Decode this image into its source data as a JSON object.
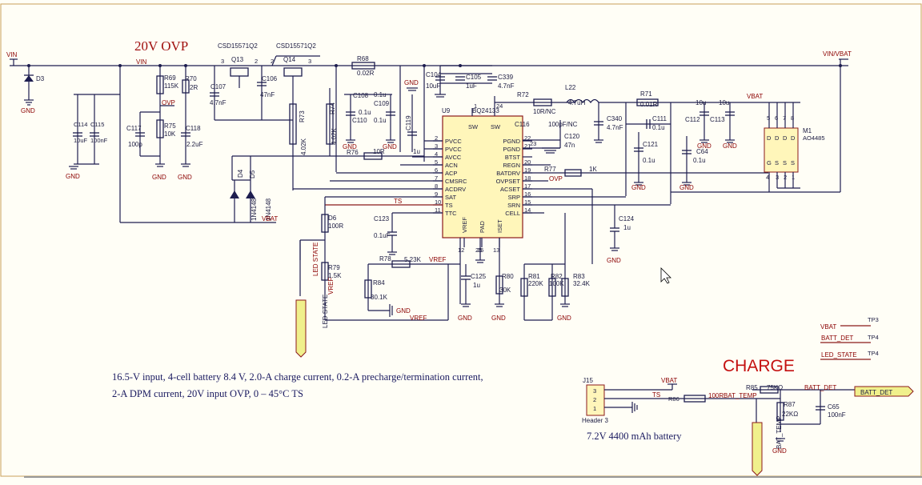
{
  "titles": {
    "ovp": "20V OVP",
    "charge": "CHARGE"
  },
  "description": {
    "line1": "16.5-V input, 4-cell battery 8.4 V, 2.0-A charge current, 0.2-A precharge/termination current,",
    "line2": "2-A DPM current, 20V input  OVP, 0 – 45°C TS",
    "battery": "7.2V 4400 mAh battery"
  },
  "nets": {
    "vin_left": "VIN",
    "vin_mid": "VIN",
    "vin_vbat": "VIN/VBAT",
    "ovp": "OVP",
    "vbat": "VBAT",
    "vbat2": "VBAT",
    "ts": "TS",
    "vref": "VREF",
    "vref2": "VREF",
    "vref3": "VREF",
    "ovp2": "OVP",
    "ts2": "TS",
    "bat_temp": "BAT_TEMP",
    "batt_det": "BATT_DET",
    "vbat_j": "VBAT"
  },
  "ports": {
    "led_state": "LED STATE",
    "batt_det": "BATT_DET",
    "bat_temp": "BAT_TEMP",
    "vbat_tp": "VBAT",
    "batt_det_tp": "BATT_DET",
    "led_state_tp": "LED_STATE"
  },
  "testpoints": {
    "tp3": "TP3",
    "tp4": "TP4",
    "tp4b": "TP4"
  },
  "ic": {
    "ref": "U9",
    "part": "BQ24133",
    "left_pins": [
      {
        "n": "2",
        "name": "PVCC"
      },
      {
        "n": "3",
        "name": "PVCC"
      },
      {
        "n": "4",
        "name": "AVCC"
      },
      {
        "n": "5",
        "name": "ACN"
      },
      {
        "n": "6",
        "name": "ACP"
      },
      {
        "n": "7",
        "name": "CMSRC"
      },
      {
        "n": "8",
        "name": "ACDRV"
      },
      {
        "n": "9",
        "name": "SAT"
      },
      {
        "n": "10",
        "name": "TS"
      },
      {
        "n": "11",
        "name": "TTC"
      }
    ],
    "right_pins": [
      {
        "n": "22",
        "name": "PGND"
      },
      {
        "n": "21",
        "name": "PGND"
      },
      {
        "n": "",
        "name": "BTST"
      },
      {
        "n": "20",
        "name": "REGN"
      },
      {
        "n": "19",
        "name": "BATDRV"
      },
      {
        "n": "18",
        "name": "OVPSET"
      },
      {
        "n": "17",
        "name": "ACSET"
      },
      {
        "n": "16",
        "name": "SRP"
      },
      {
        "n": "15",
        "name": "SRN"
      },
      {
        "n": "14",
        "name": "CELL"
      }
    ],
    "top_pins": [
      {
        "n": "1",
        "name": "SW"
      },
      {
        "n": "24",
        "name": "SW"
      }
    ],
    "bottom_pins": [
      {
        "n": "12",
        "name": "VREF"
      },
      {
        "n": "25",
        "name": "PAD"
      },
      {
        "n": "13",
        "name": "ISET"
      }
    ],
    "pin23": "23"
  },
  "mosfets": {
    "q13": {
      "ref": "Q13",
      "part": "CSD15571Q2"
    },
    "q14": {
      "ref": "Q14",
      "part": "CSD15571Q2"
    },
    "m1": {
      "ref": "M1",
      "part": "AO4485"
    },
    "pins": [
      "3",
      "2",
      "2",
      "3"
    ],
    "m1_top": [
      "5",
      "6",
      "7",
      "8"
    ],
    "m1_side": [
      "G",
      "S",
      "S",
      "S"
    ],
    "m1_d": [
      "D",
      "D",
      "D",
      "D"
    ],
    "m1_bottom": [
      "4",
      "3",
      "2",
      "1"
    ]
  },
  "resistors": {
    "r68": {
      "ref": "R68",
      "val": "0.02R"
    },
    "r69": {
      "ref": "R69",
      "val": "115K"
    },
    "r70": {
      "ref": "R70",
      "val": "2R"
    },
    "r72": {
      "ref": "R72",
      "val": "10R/NC"
    },
    "r71": {
      "ref": "R71",
      "val": "0.01R"
    },
    "r73": {
      "ref": "R73",
      "val": "4.02K"
    },
    "r74": {
      "ref": "R74",
      "val": "4.02K"
    },
    "r75": {
      "ref": "R75",
      "val": "10K"
    },
    "r76": {
      "ref": "R76",
      "val": "10R"
    },
    "r77": {
      "ref": "R77",
      "val": "1K"
    },
    "r78": {
      "ref": "R78",
      "val": "5.23K"
    },
    "r79": {
      "ref": "R79",
      "val": "1.5K"
    },
    "r80": {
      "ref": "R80",
      "val": "30K"
    },
    "r81": {
      "ref": "R81",
      "val": "220K"
    },
    "r82": {
      "ref": "R82",
      "val": "100K"
    },
    "r83": {
      "ref": "R83",
      "val": "32.4K"
    },
    "r84": {
      "ref": "R84",
      "val": "30.1K"
    },
    "d6": {
      "ref": "D6",
      "val": "100R"
    },
    "r85": {
      "ref": "R85",
      "val": "75KΩ"
    },
    "r86": {
      "ref": "R86",
      "val": "100R"
    },
    "r87": {
      "ref": "R87",
      "val": "22KΩ"
    }
  },
  "capacitors": {
    "c104": {
      "ref": "C104",
      "val": "10uF"
    },
    "c105": {
      "ref": "C105",
      "val": "1uF"
    },
    "c339": {
      "ref": "C339",
      "val": "4.7nF"
    },
    "c106": {
      "ref": "C106",
      "val": "47nF"
    },
    "c107": {
      "ref": "C107",
      "val": "4.7nF"
    },
    "c108": {
      "ref": "C108",
      "val": "0.1u"
    },
    "c108b": {
      "ref": "",
      "val": "0.1u"
    },
    "c109": {
      "ref": "C109",
      "val": ""
    },
    "c110": {
      "ref": "C110",
      "val": "0.1u"
    },
    "c119": {
      "ref": "C119",
      "val": "1u"
    },
    "c116": {
      "ref": "C116",
      "val": "100pF/NC"
    },
    "c120": {
      "ref": "C120",
      "val": "47n"
    },
    "c340": {
      "ref": "C340",
      "val": "4.7nF"
    },
    "c111": {
      "ref": "C111",
      "val": "0.1u"
    },
    "c121": {
      "ref": "C121",
      "val": "0.1u"
    },
    "c64": {
      "ref": "C64",
      "val": "0.1u"
    },
    "c112": {
      "ref": "C112",
      "val": "10u"
    },
    "c113": {
      "ref": "C113",
      "val": "10u"
    },
    "c114": {
      "ref": "C114",
      "val": "10uF"
    },
    "c115": {
      "ref": "C115",
      "val": "100nF"
    },
    "c117": {
      "ref": "C117",
      "val": "100p"
    },
    "c118": {
      "ref": "C118",
      "val": "2.2uF"
    },
    "c123": {
      "ref": "C123",
      "val": "0.1uF"
    },
    "c124": {
      "ref": "C124",
      "val": "1u"
    },
    "c125": {
      "ref": "C125",
      "val": "1u"
    },
    "c65": {
      "ref": "C65",
      "val": "100nF"
    }
  },
  "misc": {
    "l22": {
      "ref": "L22",
      "val": "4.7uH"
    },
    "d3": "D3",
    "d4": "D4",
    "d5": "D5",
    "diode_part": "1N4148",
    "j15": {
      "ref": "J15",
      "val": "Header 3",
      "pins": [
        "3",
        "2",
        "1"
      ]
    },
    "gnd": "GND"
  }
}
